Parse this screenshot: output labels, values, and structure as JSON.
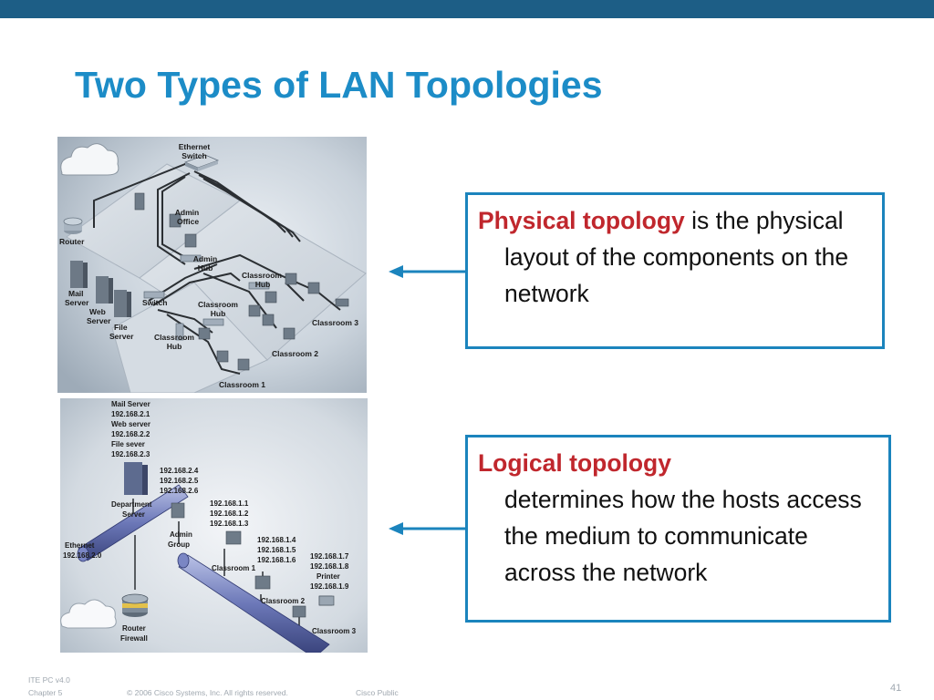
{
  "slide": {
    "title": "Two Types of LAN Topologies"
  },
  "physical": {
    "term": "Physical topology",
    "definition": " is the physical layout of the components on the network",
    "diagram_labels": {
      "ethernet_switch_1": "Ethernet",
      "ethernet_switch_2": "Switch",
      "admin_office_1": "Admin",
      "admin_office_2": "Office",
      "router": "Router",
      "admin_hub_1": "Admin",
      "admin_hub_2": "Hub",
      "classroom_hub_a_1": "Classroom",
      "classroom_hub_a_2": "Hub",
      "mail_server_1": "Mail",
      "mail_server_2": "Server",
      "switch": "Switch",
      "classroom_hub_b_1": "Classroom",
      "classroom_hub_b_2": "Hub",
      "web_server_1": "Web",
      "web_server_2": "Server",
      "file_server_1": "File",
      "file_server_2": "Server",
      "classroom_hub_c_1": "Classroom",
      "classroom_hub_c_2": "Hub",
      "classroom_3": "Classroom 3",
      "classroom_2": "Classroom 2",
      "classroom_1": "Classroom 1"
    }
  },
  "logical": {
    "term": "Logical topology",
    "definition": "determines how the hosts access the medium to communicate across the network",
    "diagram_labels": {
      "mail_server": "Mail Server",
      "ip_2_1": "192.168.2.1",
      "web_server": "Web server",
      "ip_2_2": "192.168.2.2",
      "file_server": "File sever",
      "ip_2_3": "192.168.2.3",
      "ip_2_4": "192.168.2.4",
      "ip_2_5": "192.168.2.5",
      "ip_2_6": "192.168.2.6",
      "department_server_1": "Department",
      "department_server_2": "Server",
      "ip_1_1": "192.168.1.1",
      "ip_1_2": "192.168.1.2",
      "ip_1_3": "192.168.1.3",
      "admin_group_1": "Admin",
      "admin_group_2": "Group",
      "ethernet": "Ethernet",
      "ip_2_0": "192.168.2.0",
      "ip_1_4": "192.168.1.4",
      "ip_1_5": "192.168.1.5",
      "ip_1_6": "192.168.1.6",
      "ip_1_7": "192.168.1.7",
      "ip_1_8": "192.168.1.8",
      "printer": "Printer",
      "ip_1_9": "192.168.1.9",
      "classroom_1": "Classroom 1",
      "classroom_2": "Classroom 2",
      "classroom_3": "Classroom 3",
      "router_firewall_1": "Router",
      "router_firewall_2": "Firewall"
    }
  },
  "footer": {
    "course": "ITE PC v4.0",
    "chapter": "Chapter 5",
    "copyright": "© 2006 Cisco Systems, Inc. All rights reserved.",
    "classification": "Cisco Public",
    "page_number": "41"
  },
  "colors": {
    "top_bar": "#1d5e86",
    "title": "#1c8cc7",
    "callout_border": "#1b84bd",
    "term": "#c0272d",
    "arrow": "#1b84bd",
    "footer_text": "#a0a8b0"
  },
  "icons": {
    "arrow": "left-arrow-icon",
    "cloud": "cloud-icon",
    "router": "router-icon",
    "server": "server-icon",
    "pc": "pc-icon",
    "hub": "hub-icon",
    "switch": "switch-icon",
    "printer": "printer-icon"
  }
}
